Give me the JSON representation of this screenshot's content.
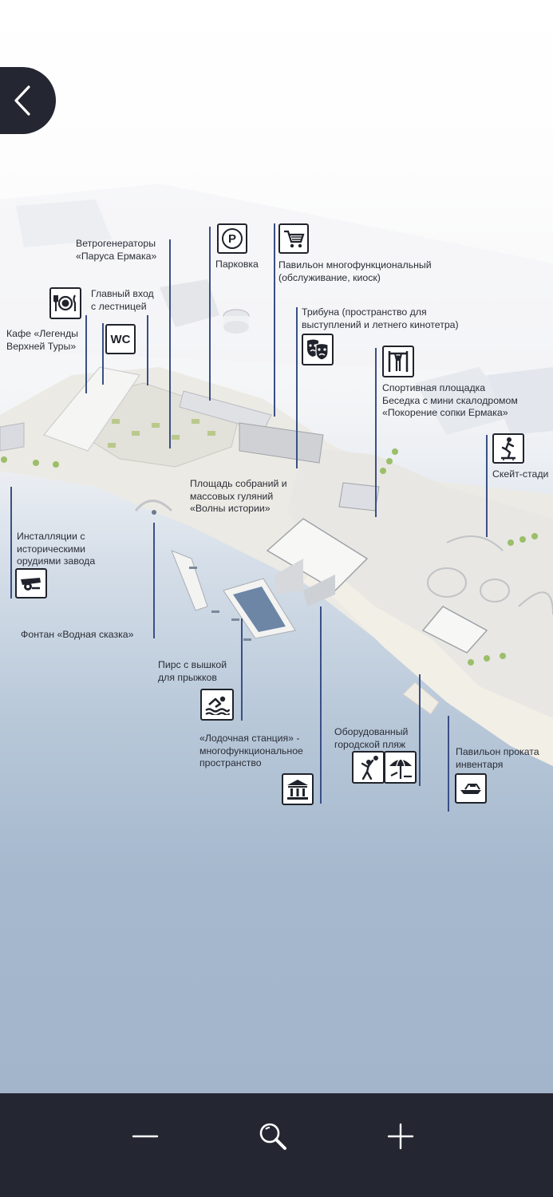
{
  "map": {
    "labels": {
      "wind": "Ветрогенераторы\n«Паруса Ермака»",
      "parking": "Парковка",
      "pavilion": "Павильон многофункциональный\n(обслуживание, киоск)",
      "entrance": "Главный вход\nс лестницей",
      "cafe": "Кафе «Легенды\nВерхней Туры»",
      "tribune": "Трибуна (пространство для\nвыступлений и летнего кинотетра)",
      "sport": "Спортивная площадка\nБеседка с мини скалодромом\n«Покорение сопки Ермака»",
      "skate": "Скейт-стади",
      "square": "Площадь собраний и\nмассовых гуляний\n«Волны истории»",
      "install": "Инсталляции с\nисторическими\nорудиями завода",
      "fountain": "Фонтан «Водная сказка»",
      "pier": "Пирс с вышкой\nдля прыжков",
      "boat": "«Лодочная станция» -\nмногофункциональное\nпространство",
      "beach": "Оборудованный\nгородской пляж",
      "rental": "Павильон проката\nинвентаря"
    },
    "icons": {
      "wc": "WC",
      "parking": "P"
    }
  },
  "colors": {
    "toolbar": "#242631",
    "leader": "#3a4f86",
    "water": "#a3b5cb"
  }
}
